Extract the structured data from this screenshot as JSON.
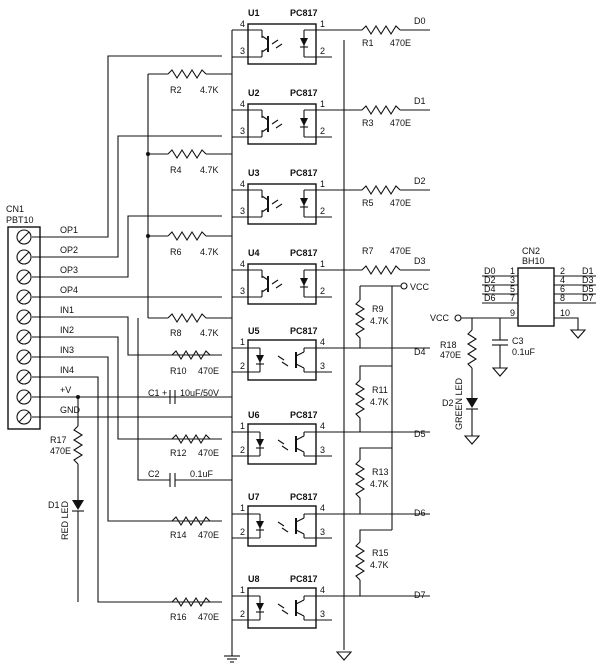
{
  "connector_cn1": {
    "ref": "CN1",
    "value": "PBT10",
    "pins": [
      "OP1",
      "OP2",
      "OP3",
      "OP4",
      "IN1",
      "IN2",
      "IN3",
      "IN4",
      "+V",
      "GND"
    ]
  },
  "connector_cn2": {
    "ref": "CN2",
    "value": "BH10",
    "left_labels": [
      "D0",
      "D2",
      "D4",
      "D6"
    ],
    "left_pins": [
      "1",
      "3",
      "5",
      "7",
      "9"
    ],
    "right_pins": [
      "2",
      "4",
      "6",
      "8",
      "10"
    ],
    "right_labels": [
      "D1",
      "D3",
      "D5",
      "D7"
    ]
  },
  "optocouplers": [
    {
      "ref": "U1",
      "part": "PC817",
      "pins": [
        "4",
        "3",
        "1",
        "2"
      ]
    },
    {
      "ref": "U2",
      "part": "PC817",
      "pins": [
        "4",
        "3",
        "1",
        "2"
      ]
    },
    {
      "ref": "U3",
      "part": "PC817",
      "pins": [
        "4",
        "3",
        "1",
        "2"
      ]
    },
    {
      "ref": "U4",
      "part": "PC817",
      "pins": [
        "4",
        "3",
        "1",
        "2"
      ]
    },
    {
      "ref": "U5",
      "part": "PC817",
      "pins": [
        "1",
        "2",
        "4",
        "3"
      ]
    },
    {
      "ref": "U6",
      "part": "PC817",
      "pins": [
        "1",
        "2",
        "4",
        "3"
      ]
    },
    {
      "ref": "U7",
      "part": "PC817",
      "pins": [
        "1",
        "2",
        "4",
        "3"
      ]
    },
    {
      "ref": "U8",
      "part": "PC817",
      "pins": [
        "1",
        "2",
        "4",
        "3"
      ]
    }
  ],
  "resistors": [
    {
      "ref": "R1",
      "value": "470E"
    },
    {
      "ref": "R2",
      "value": "4.7K"
    },
    {
      "ref": "R3",
      "value": "470E"
    },
    {
      "ref": "R4",
      "value": "4.7K"
    },
    {
      "ref": "R5",
      "value": "470E"
    },
    {
      "ref": "R6",
      "value": "4.7K"
    },
    {
      "ref": "R7",
      "value": "470E"
    },
    {
      "ref": "R8",
      "value": "4.7K"
    },
    {
      "ref": "R9",
      "value": "4.7K"
    },
    {
      "ref": "R10",
      "value": "470E"
    },
    {
      "ref": "R11",
      "value": "4.7K"
    },
    {
      "ref": "R12",
      "value": "470E"
    },
    {
      "ref": "R13",
      "value": "4.7K"
    },
    {
      "ref": "R14",
      "value": "470E"
    },
    {
      "ref": "R15",
      "value": "4.7K"
    },
    {
      "ref": "R16",
      "value": "470E"
    },
    {
      "ref": "R17",
      "value": "470E"
    },
    {
      "ref": "R18",
      "value": "470E"
    }
  ],
  "capacitors": [
    {
      "ref": "C1",
      "polarity": "+",
      "value": "10uF/50V"
    },
    {
      "ref": "C2",
      "value": "0.1uF"
    },
    {
      "ref": "C3",
      "value": "0.1uF"
    }
  ],
  "leds": [
    {
      "ref": "D1",
      "label": "RED LED"
    },
    {
      "ref": "D2",
      "label": "GREEN LED"
    }
  ],
  "nets": {
    "data": [
      "D0",
      "D1",
      "D2",
      "D3",
      "D4",
      "D5",
      "D6",
      "D7"
    ],
    "vcc": "VCC"
  },
  "colors": {
    "ink": "#111111",
    "paper": "#ffffff"
  }
}
